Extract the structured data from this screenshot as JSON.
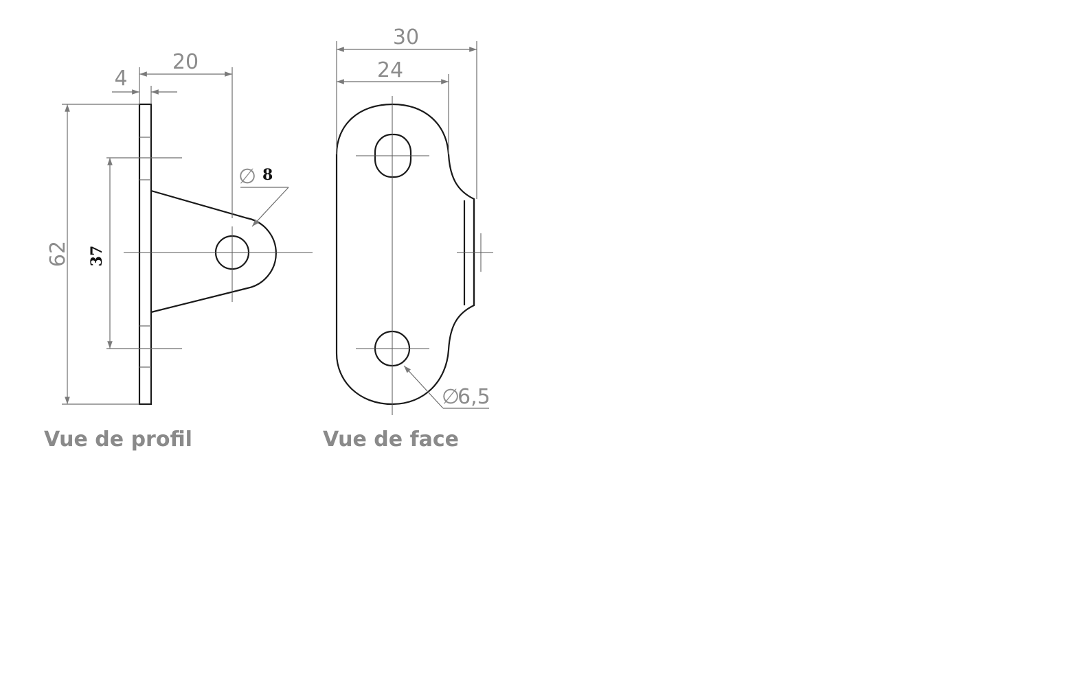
{
  "colors": {
    "outline": "#1a1a1a",
    "dimension": "#8c8c8c",
    "caption": "#8a8a8a",
    "background": "#ffffff"
  },
  "profile_view": {
    "caption": "Vue de profil",
    "dim_thickness": "4",
    "dim_depth": "20",
    "dim_height": "62",
    "dim_hole_spacing": "37",
    "dim_pin_hole_symbol": "∅",
    "dim_pin_hole": "8"
  },
  "front_view": {
    "caption": "Vue de face",
    "dim_total_width": "30",
    "dim_plate_width": "24",
    "dim_hole_symbol": "∅",
    "dim_hole": "6,5"
  }
}
